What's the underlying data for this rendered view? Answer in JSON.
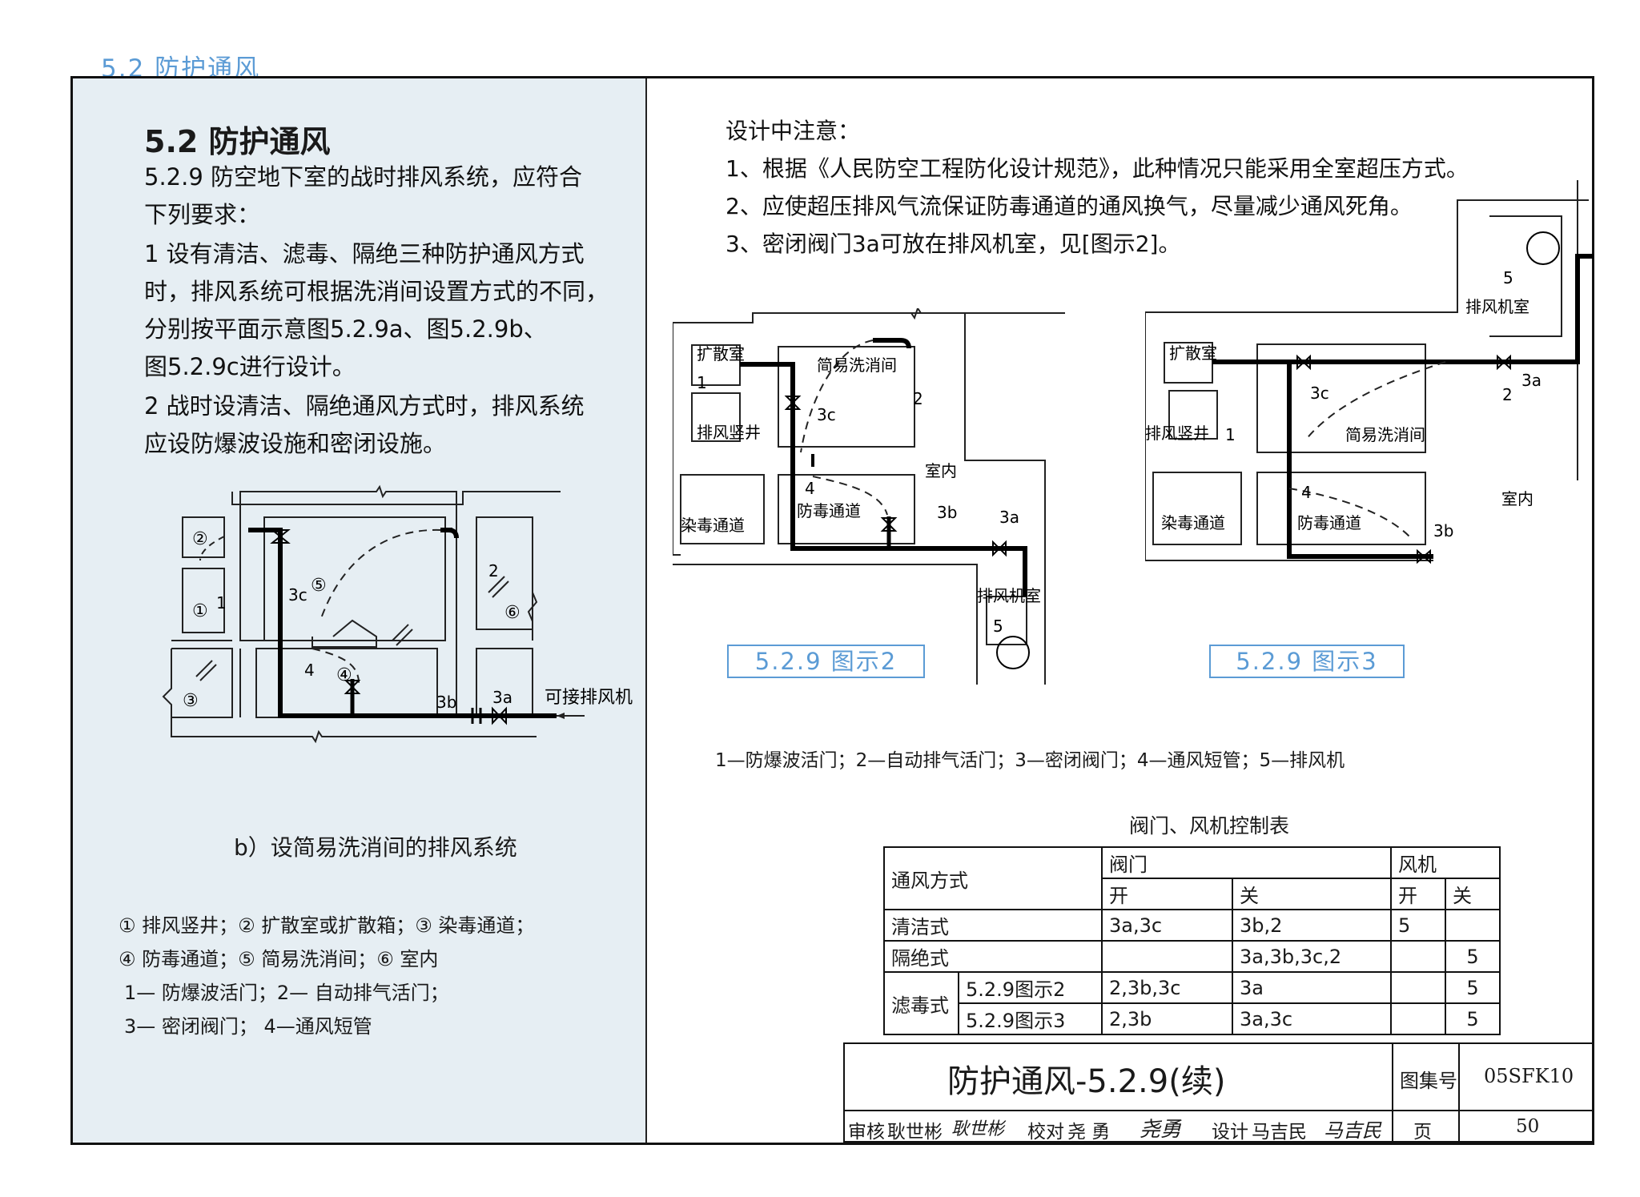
{
  "header": {
    "section_tag": "5.2  防护通风"
  },
  "left": {
    "title": "5.2   防护通风",
    "paragraphs": [
      "5.2.9   防空地下室的战时排风系统，应符合",
      "下列要求：",
      "1    设有清洁、滤毒、隔绝三种防护通风方式",
      "时，排风系统可根据洗消间设置方式的不同，",
      "分别按平面示意图5.2.9a、图5.2.9b、",
      "图5.2.9c进行设计。",
      "2    战时设清洁、隔绝通风方式时，排风系统",
      "应设防爆波设施和密闭设施。"
    ],
    "diagram_labels": {
      "c1": "①",
      "c2": "②",
      "c3": "③",
      "c4": "④",
      "c5": "⑤",
      "c6": "⑥",
      "n1": "1",
      "n2": "2",
      "n4": "4",
      "v3a": "3a",
      "v3b": "3b",
      "v3c": "3c",
      "fan_conn": "可接排风机"
    },
    "caption": "b）设简易洗消间的排风系统",
    "legend": [
      "① 排风竖井；② 扩散室或扩散箱；③ 染毒通道；",
      "④ 防毒通道；⑤ 简易洗消间；⑥ 室内",
      "1— 防爆波活门；2— 自动排气活门；",
      "3— 密闭阀门；   4—通风短管"
    ]
  },
  "right": {
    "notes": [
      "设计中注意：",
      "1、根据《人民防空工程防化设计规范》，此种情况只能采用全室超压方式。",
      "2、应使超压排风气流保证防毒通道的通风换气，尽量减少通风死角。",
      "3、密闭阀门3a可放在排风机室，见[图示2]。"
    ],
    "fig2": {
      "caption": "5.2.9  图示2",
      "labels": {
        "diffuse": "扩散室",
        "shaft": "排风竖井",
        "wash": "简易洗消间",
        "contam": "染毒通道",
        "antitox": "防毒通道",
        "indoor": "室内",
        "fanroom": "排风机室",
        "n1": "1",
        "n2": "2",
        "n4": "4",
        "n5": "5",
        "v3a": "3a",
        "v3b": "3b",
        "v3c": "3c"
      }
    },
    "fig3": {
      "caption": "5.2.9  图示3",
      "labels": {
        "diffuse": "扩散室",
        "shaft": "排风竖井",
        "wash": "简易洗消间",
        "contam": "染毒通道",
        "antitox": "防毒通道",
        "indoor": "室内",
        "fanroom": "排风机室",
        "n1": "1",
        "n2": "2",
        "n4": "4",
        "n5": "5",
        "v3a": "3a",
        "v3b": "3b",
        "v3c": "3c"
      }
    },
    "legend": "1—防爆波活门；2—自动排气活门；3—密闭阀门；4—通风短管；5—排风机"
  },
  "table": {
    "title": "阀门、风机控制表",
    "head_mode": "通风方式",
    "head_valve": "阀门",
    "head_fan": "风机",
    "head_open": "开",
    "head_close": "关",
    "rows": [
      {
        "mode": "清洁式",
        "sub": "",
        "v_open": "3a,3c",
        "v_close": "3b,2",
        "f_open": "5",
        "f_close": ""
      },
      {
        "mode": "隔绝式",
        "sub": "",
        "v_open": "",
        "v_close": "3a,3b,3c,2",
        "f_open": "",
        "f_close": "5"
      },
      {
        "mode": "滤毒式",
        "sub": "5.2.9图示2",
        "v_open": "2,3b,3c",
        "v_close": "3a",
        "f_open": "",
        "f_close": "5"
      },
      {
        "mode": "",
        "sub": "5.2.9图示3",
        "v_open": "2,3b",
        "v_close": "3a,3c",
        "f_open": "",
        "f_close": "5"
      }
    ]
  },
  "title_block": {
    "title": "防护通风-5.2.9(续)",
    "atlas_label": "图集号",
    "atlas_no": "05SFK10",
    "review_label": "审核",
    "reviewer": "耿世彬",
    "check_label": "校对",
    "checker": "尧  勇",
    "design_label": "设计",
    "designer": "马吉民",
    "page_label": "页",
    "page_no": "50",
    "sig_reviewer": "耿世彬",
    "sig_checker": "尧勇",
    "sig_designer": "马吉民"
  }
}
